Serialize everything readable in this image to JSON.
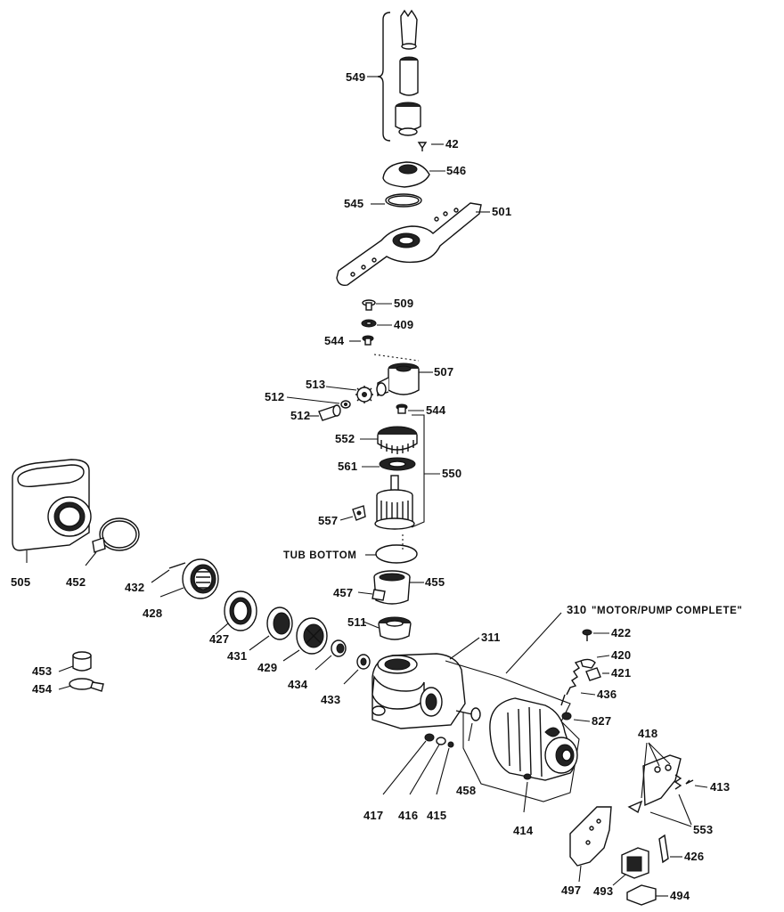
{
  "labels": {
    "p549": "549",
    "p42": "42",
    "p546": "546",
    "p545": "545",
    "p501": "501",
    "p509": "509",
    "p409": "409",
    "p544a": "544",
    "p507": "507",
    "p513": "513",
    "p512a": "512",
    "p512b": "512",
    "p544b": "544",
    "p552": "552",
    "p561": "561",
    "p550": "550",
    "p557": "557",
    "tub_bottom": "TUB BOTTOM",
    "p505": "505",
    "p452": "452",
    "p432": "432",
    "p428": "428",
    "p457": "457",
    "p455": "455",
    "p310": "310",
    "motor_pump": "\"MOTOR/PUMP COMPLETE\"",
    "p511": "511",
    "p311": "311",
    "p427": "427",
    "p431": "431",
    "p429": "429",
    "p434": "434",
    "p433": "433",
    "p453": "453",
    "p454": "454",
    "p422": "422",
    "p420": "420",
    "p421": "421",
    "p436": "436",
    "p827": "827",
    "p418": "418",
    "p413": "413",
    "p553": "553",
    "p417": "417",
    "p416": "416",
    "p415": "415",
    "p458": "458",
    "p414": "414",
    "p426": "426",
    "p497": "497",
    "p493": "493",
    "p494": "494"
  }
}
